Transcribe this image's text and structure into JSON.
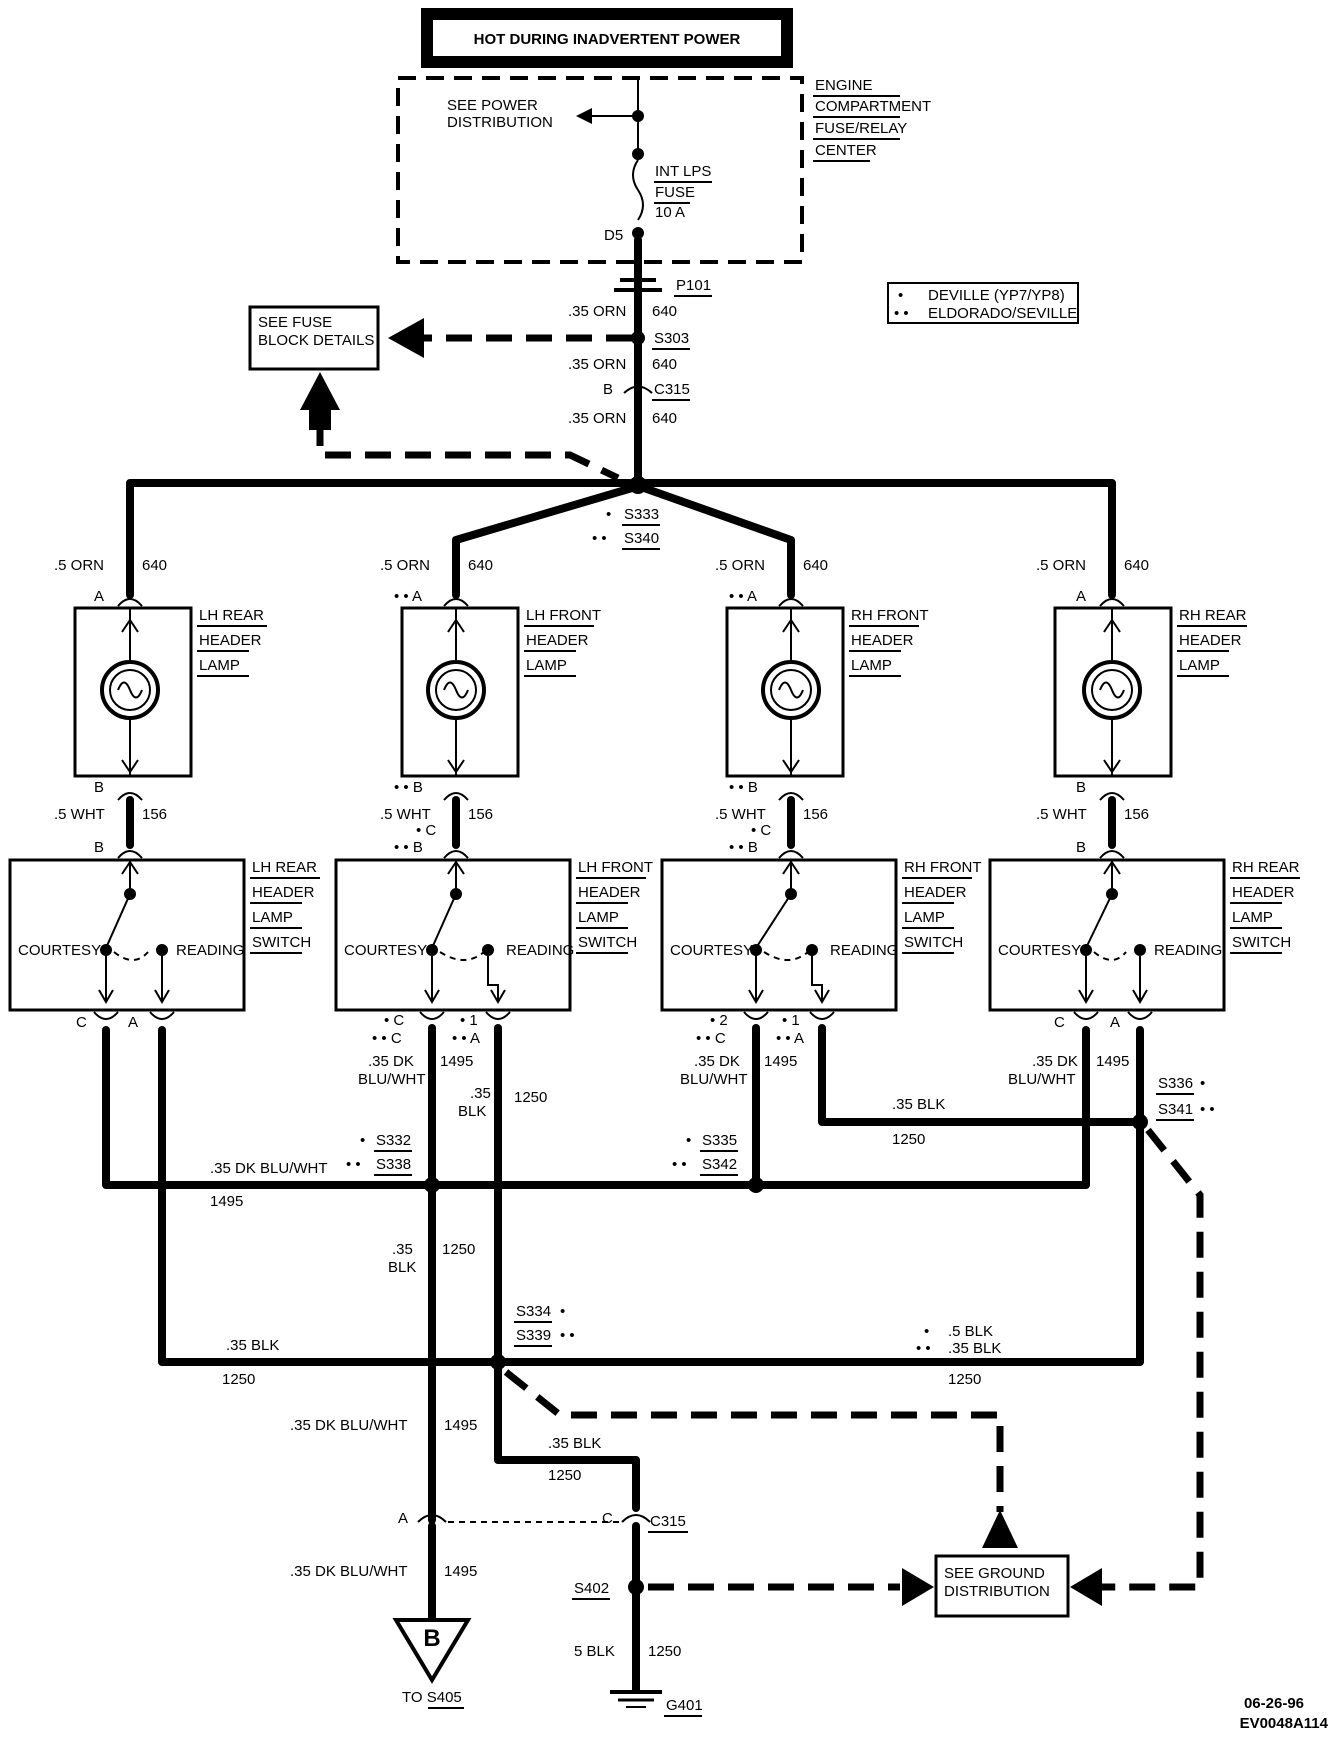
{
  "title": "HOT DURING INADVERTENT POWER",
  "fuse_block": {
    "label_lines": [
      "ENGINE",
      "COMPARTMENT",
      "FUSE/RELAY",
      "CENTER"
    ],
    "see_power": [
      "SEE POWER",
      "DISTRIBUTION"
    ],
    "fuse": [
      "INT LPS",
      "FUSE",
      "10 A"
    ],
    "terminal": "D5"
  },
  "legend": {
    "deville": "DEVILLE (YP7/YP8)",
    "eldorado": "ELDORADO/SEVILLE"
  },
  "connectors": {
    "p101": "P101",
    "s303": "S303",
    "c315": "C315",
    "c315_b": "B",
    "s333": "S333",
    "s340": "S340"
  },
  "see_fuse_block": [
    "SEE FUSE",
    "BLOCK DETAILS"
  ],
  "feed_wires": {
    "w1": ".35 ORN",
    "w2": ".35 ORN",
    "w3": ".35 ORN",
    "circuit": "640"
  },
  "branch": {
    "lamp_wire": ".5 ORN",
    "lamp_circuit": "640",
    "switch_wire": ".5 WHT",
    "switch_circuit": "156",
    "pin_a": "A",
    "pin_b": "B"
  },
  "lamps": [
    {
      "name": [
        "LH REAR",
        "HEADER",
        "LAMP"
      ]
    },
    {
      "name": [
        "LH FRONT",
        "HEADER",
        "LAMP"
      ]
    },
    {
      "name": [
        "RH FRONT",
        "HEADER",
        "LAMP"
      ]
    },
    {
      "name": [
        "RH REAR",
        "HEADER",
        "LAMP"
      ]
    }
  ],
  "switches": [
    {
      "name": [
        "LH REAR",
        "HEADER",
        "LAMP",
        "SWITCH"
      ]
    },
    {
      "name": [
        "LH FRONT",
        "HEADER",
        "LAMP",
        "SWITCH"
      ]
    },
    {
      "name": [
        "RH FRONT",
        "HEADER",
        "LAMP",
        "SWITCH"
      ]
    },
    {
      "name": [
        "RH REAR",
        "HEADER",
        "LAMP",
        "SWITCH"
      ]
    }
  ],
  "switch_labels": {
    "courtesy": "COURTESY",
    "reading": "READING"
  },
  "switch_pins": {
    "c": "C",
    "a": "A",
    "p2": "2",
    "p1": "1"
  },
  "lower": {
    "dkblu": ".35 DK",
    "dkblu2": "BLU/WHT",
    "c1495": "1495",
    "blk35": ".35",
    "blk": "BLK",
    "c1250": "1250",
    "blk35full": ".35 BLK",
    "s336": "S336",
    "s341": "S341",
    "s332": "S332",
    "s338": "S338",
    "bus_label": ".35 DK BLU/WHT",
    "s335": "S335",
    "s342": "S342",
    "s334": "S334",
    "s339": "S339",
    "blk5": ".5 BLK",
    "dkbluwht": ".35 DK BLU/WHT",
    "c315": "C315",
    "pin_a": "A",
    "pin_c": "C",
    "s402": "S402",
    "ground_wire": "5 BLK",
    "g401": "G401",
    "ground_dist": [
      "SEE GROUND",
      "DISTRIBUTION"
    ],
    "offpage": "B",
    "to_s405_prefix": "TO",
    "to_s405": "S405"
  },
  "footer": {
    "date": "06-26-96",
    "code": "EV0048A114"
  }
}
